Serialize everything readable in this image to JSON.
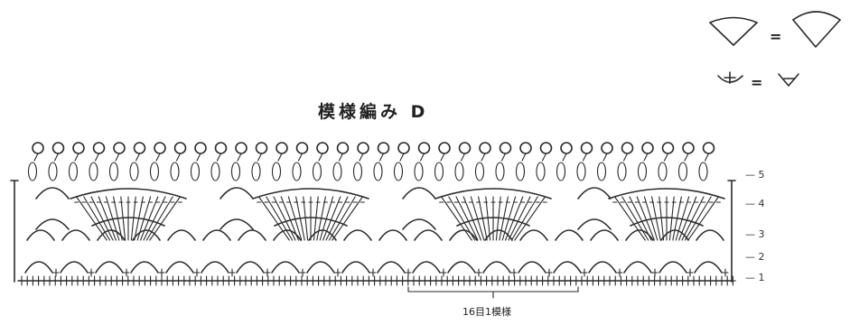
{
  "diagram": {
    "title": "模様編み D",
    "repeat_label": "16目1模様",
    "row_labels": [
      "1",
      "2",
      "3",
      "4",
      "5"
    ],
    "legend": {
      "eq1": "=",
      "eq2": "="
    }
  }
}
